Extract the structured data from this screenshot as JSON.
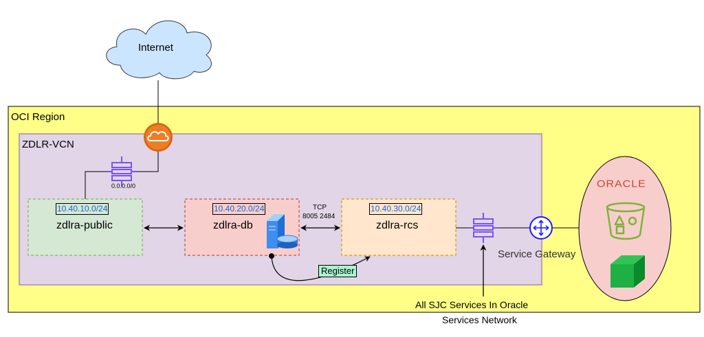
{
  "internet": {
    "label": "Internet"
  },
  "region": {
    "label": "OCI Region"
  },
  "vcn": {
    "label": "ZDLR-VCN"
  },
  "route": {
    "label": "0.0.0.0/0"
  },
  "subnets": {
    "public": {
      "cidr": "10.40.10.0/24",
      "name": "zdlra-public"
    },
    "db": {
      "cidr": "10.40.20.0/24",
      "name": "zdlra-db"
    },
    "rcs": {
      "cidr": "10.40.30.0/24",
      "name": "zdlra-rcs"
    }
  },
  "ports": {
    "protocol": "TCP",
    "numbers": "8005 2484"
  },
  "register": {
    "label": "Register"
  },
  "service_gateway": {
    "label": "Service Gateway"
  },
  "services_note": {
    "line1": "All SJC Services In Oracle",
    "line2": "Services Network"
  },
  "oracle": {
    "brand": "ORACLE"
  },
  "colors": {
    "region_fill": "#ffff88",
    "vcn_fill": "#e1d5e7",
    "vcn_border": "#9673a6",
    "public_fill": "#d5e8d4",
    "public_border": "#82b366",
    "db_fill": "#f8cecc",
    "db_border": "#b85450",
    "rcs_fill": "#ffe6cc",
    "rcs_border": "#d79b00",
    "cloud_fill": "#cce5ff",
    "cloud_border": "#36393d",
    "oracle_red": "#c74634",
    "router_purple": "#7b52f0",
    "gateway_blue": "#1a1aff",
    "register_fill": "#a9f5d0"
  },
  "icons": [
    "cloud-shape",
    "internet-gateway-icon",
    "router-icon",
    "database-server-icon",
    "service-gateway-icon",
    "object-storage-bucket-icon",
    "green-cube-icon"
  ]
}
